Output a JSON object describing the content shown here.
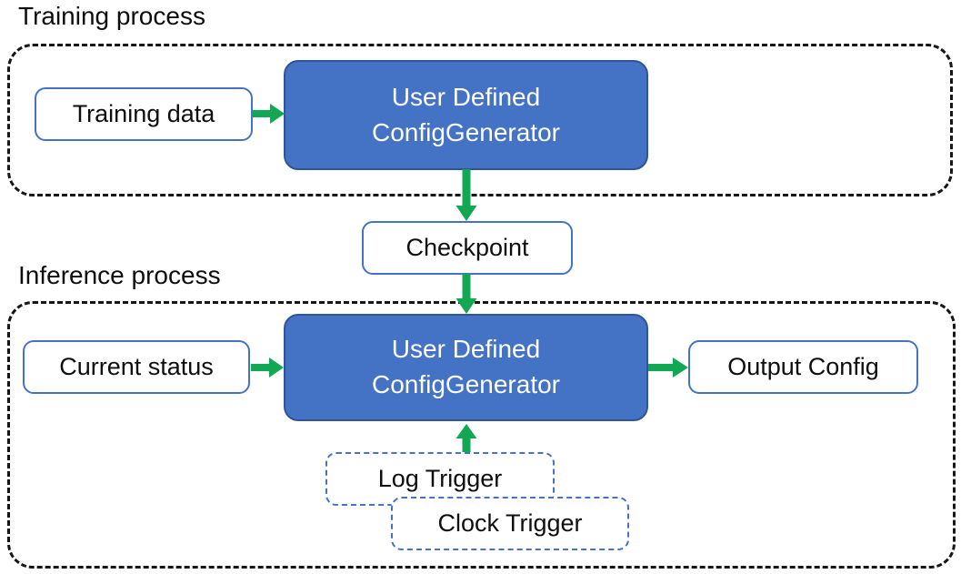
{
  "colors": {
    "accent-blue": "#4472C4",
    "accent-blue-dark": "#2F5597",
    "arrow-green": "#12A752",
    "ink": "#0e0e0e"
  },
  "training": {
    "label": "Training process",
    "input_box": "Training data",
    "generator": {
      "line1": "User Defined",
      "line2": "ConfigGenerator"
    }
  },
  "checkpoint": {
    "label": "Checkpoint"
  },
  "inference": {
    "label": "Inference process",
    "input_box": "Current status",
    "generator": {
      "line1": "User Defined",
      "line2": "ConfigGenerator"
    },
    "output_box": "Output Config",
    "triggers": {
      "log": "Log Trigger",
      "clock": "Clock Trigger"
    }
  }
}
